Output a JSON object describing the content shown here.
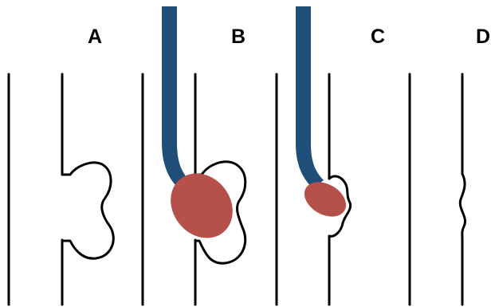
{
  "panels": [
    {
      "id": "A",
      "label": "A"
    },
    {
      "id": "B",
      "label": "B"
    },
    {
      "id": "C",
      "label": "C"
    },
    {
      "id": "D",
      "label": "D"
    }
  ],
  "colors": {
    "wall": "#000000",
    "catheter": "#1f4e79",
    "balloon": "#b5504a",
    "background": "#ffffff"
  }
}
